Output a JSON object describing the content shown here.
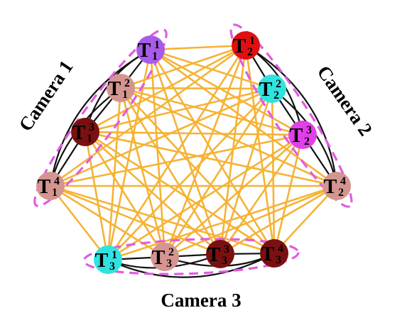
{
  "diagram": {
    "colors": {
      "cross_edge": "#F5B335",
      "intra_edge": "#111111",
      "group_outline": "#E05CE0",
      "purple": "#A85BE8",
      "pink": "#D49590",
      "darkred": "#7A1010",
      "red": "#E01010",
      "cyan": "#2FE3E0",
      "magenta": "#E040E8"
    },
    "cameras": [
      {
        "id": "cam1",
        "label": "Camera 1",
        "nodes": [
          {
            "id": "n1_1",
            "letter": "T",
            "sup": "1",
            "sub": "1",
            "color": "purple"
          },
          {
            "id": "n1_2",
            "letter": "T",
            "sup": "2",
            "sub": "1",
            "color": "pink"
          },
          {
            "id": "n1_3",
            "letter": "T",
            "sup": "3",
            "sub": "1",
            "color": "darkred"
          },
          {
            "id": "n1_4",
            "letter": "T",
            "sup": "4",
            "sub": "1",
            "color": "pink"
          }
        ]
      },
      {
        "id": "cam2",
        "label": "Camera 2",
        "nodes": [
          {
            "id": "n2_1",
            "letter": "T",
            "sup": "1",
            "sub": "2",
            "color": "red"
          },
          {
            "id": "n2_2",
            "letter": "T",
            "sup": "2",
            "sub": "2",
            "color": "cyan"
          },
          {
            "id": "n2_3",
            "letter": "T",
            "sup": "3",
            "sub": "2",
            "color": "magenta"
          },
          {
            "id": "n2_4",
            "letter": "T",
            "sup": "4",
            "sub": "2",
            "color": "pink"
          }
        ]
      },
      {
        "id": "cam3",
        "label": "Camera 3",
        "nodes": [
          {
            "id": "n3_1",
            "letter": "T",
            "sup": "1",
            "sub": "3",
            "color": "cyan"
          },
          {
            "id": "n3_2",
            "letter": "T",
            "sup": "2",
            "sub": "3",
            "color": "pink"
          },
          {
            "id": "n3_3",
            "letter": "T",
            "sup": "3",
            "sub": "3",
            "color": "darkred"
          },
          {
            "id": "n3_4",
            "letter": "T",
            "sup": "4",
            "sub": "3",
            "color": "darkred"
          }
        ]
      }
    ]
  }
}
